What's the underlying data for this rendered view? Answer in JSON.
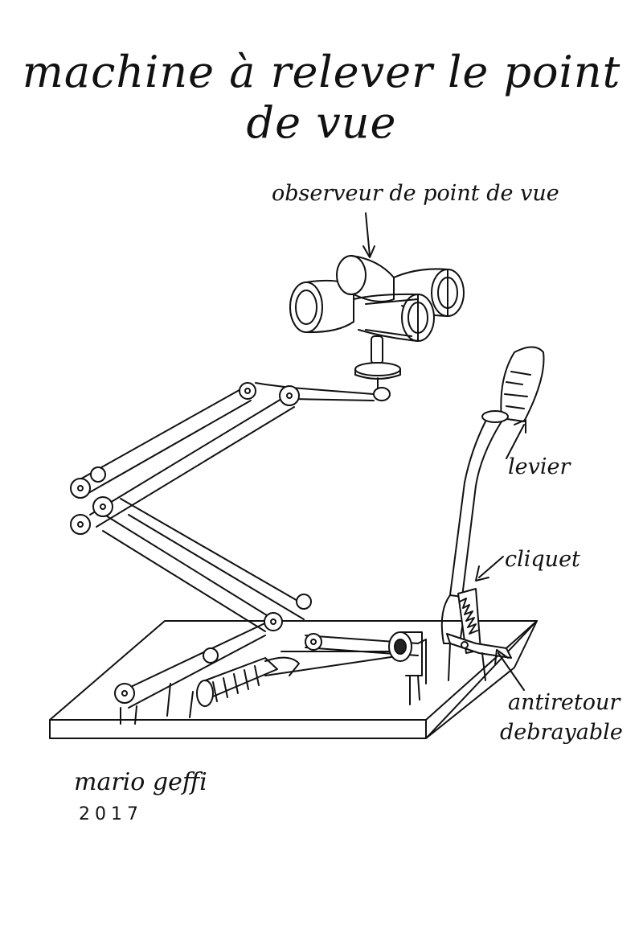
{
  "title": "machine à relever le point de vue",
  "labels": {
    "observer": "observeur de point de vue",
    "lever": "levier",
    "ratchet": "cliquet",
    "antireturn_line1": "antiretour",
    "antireturn_line2": "debrayable"
  },
  "signature": {
    "name": "mario geffi",
    "year": "2017"
  },
  "icons": [
    "binoculars-icon",
    "lever-handle-icon",
    "ratchet-wheel-icon",
    "arrow-icon"
  ]
}
